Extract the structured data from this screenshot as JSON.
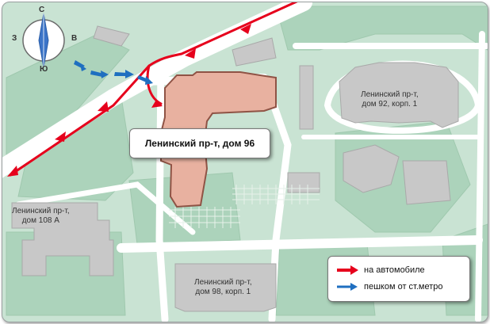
{
  "main_building": {
    "label": "Ленинский пр-т, дом 96",
    "color": "#e8b1a0"
  },
  "buildings": [
    {
      "id": "b92",
      "label": "Ленинский пр-т,\nдом 92, корп. 1"
    },
    {
      "id": "b108",
      "label": "Ленинский пр-т,\nдом 108 А"
    },
    {
      "id": "b98",
      "label": "Ленинский пр-т,\nдом 98, корп. 1"
    }
  ],
  "compass": {
    "north": "С",
    "south": "Ю",
    "west": "З",
    "east": "В",
    "needle_color": "#3b74c8"
  },
  "legend": {
    "car": {
      "label": "на автомобиле",
      "color": "#e6001c"
    },
    "walk": {
      "label": "пешком от ст.метро",
      "color": "#1f6fc0"
    }
  },
  "colors": {
    "background": "#c9e3d3",
    "road": "#ffffff",
    "block": "#acd3bb",
    "building": "#c8c8c8"
  }
}
